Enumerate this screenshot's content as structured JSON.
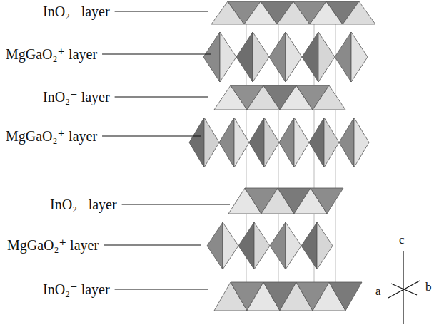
{
  "diagram": {
    "labels": [
      "InO₂⁻ layer",
      "MgGaO₂⁺ layer",
      "InO₂⁻ layer",
      "MgGaO₂⁺ layer",
      "InO₂⁻ layer",
      "MgGaO₂⁺ layer",
      "InO₂⁻ layer",
      "c",
      "a",
      "b"
    ]
  }
}
